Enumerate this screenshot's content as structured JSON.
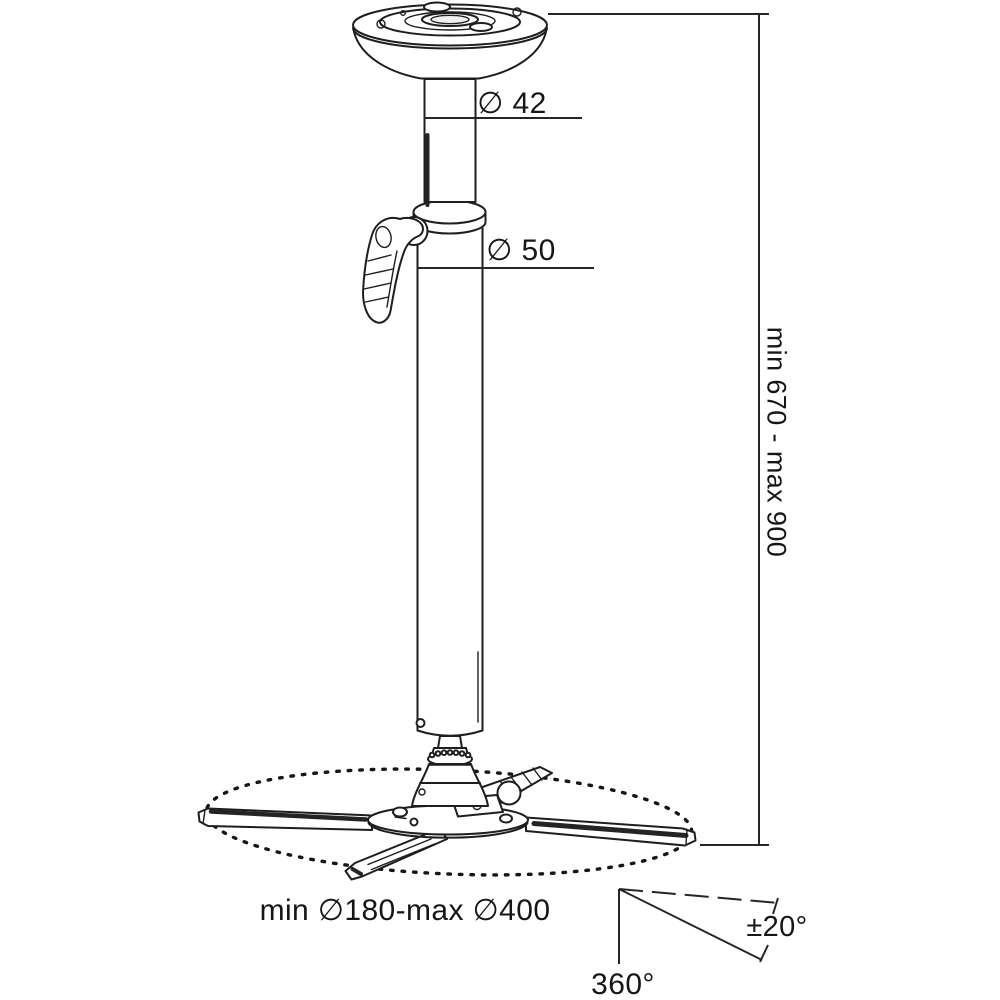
{
  "diagram": {
    "type": "technical-line-drawing",
    "subject": "projector-ceiling-mount-with-telescopic-pole",
    "background_color": "#ffffff",
    "line_color": "#1e1e1e",
    "labels": {
      "upper_tube_diameter": "∅ 42",
      "lower_tube_diameter": "∅ 50",
      "height_range": "min 670 - max 900",
      "plate_diameter_range": "min ∅180-max ∅400",
      "tilt_range": "±20°",
      "rotation_range": "360°"
    },
    "parts": [
      "ceiling-mount-plate",
      "upper-pole",
      "locking-lever",
      "lower-pole",
      "ball-joint",
      "mount-head",
      "projector-plate",
      "support-arms",
      "rotation-path-ellipse",
      "height-dimension-line",
      "tilt-rotation-indicator"
    ]
  }
}
